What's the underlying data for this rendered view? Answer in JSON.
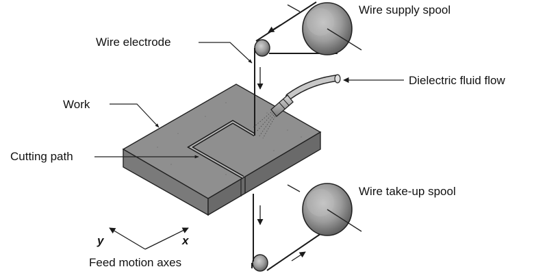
{
  "labels": {
    "wire_supply_spool": "Wire supply spool",
    "wire_electrode": "Wire electrode",
    "dielectric_fluid_flow": "Dielectric fluid flow",
    "work": "Work",
    "cutting_path": "Cutting path",
    "wire_takeup_spool": "Wire take-up spool",
    "feed_motion_axes": "Feed motion axes",
    "axis_y": "y",
    "axis_x": "x"
  },
  "colors": {
    "work_top": "#8f8f8f",
    "work_side": "#6e6e6e",
    "work_front": "#7d7d7d",
    "spool": "#9a9a9a",
    "line": "#1a1a1a"
  }
}
